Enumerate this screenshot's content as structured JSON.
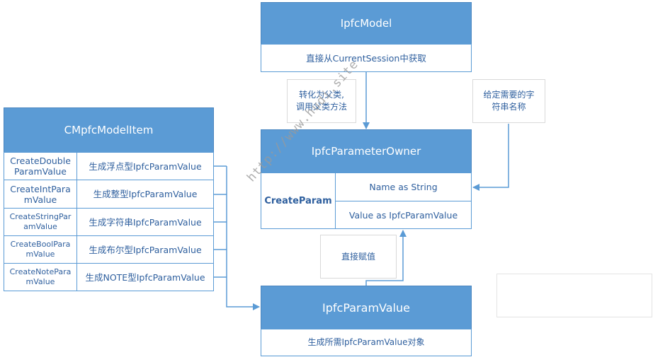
{
  "ipfc_model": {
    "title": "IpfcModel",
    "desc": "直接从CurrentSession中获取"
  },
  "note_convert": {
    "line1": "转化为父类,",
    "line2": "调用父类方法"
  },
  "note_name": {
    "line1": "给定需要的字",
    "line2": "符串名称"
  },
  "param_owner": {
    "title": "IpfcParameterOwner",
    "method": "CreateParam",
    "arg_name": "Name as String",
    "arg_value": "Value as IpfcParamValue"
  },
  "model_item": {
    "title": "CMpfcModelItem",
    "rows": [
      {
        "method_a": "CreateDouble",
        "method_b": "ParamValue",
        "desc": "生成浮点型IpfcParamValue"
      },
      {
        "method_a": "CreateIntPara",
        "method_b": "mValue",
        "desc": "生成整型IpfcParamValue"
      },
      {
        "method_a": "CreateStringPar",
        "method_b": "amValue",
        "desc": "生成字符串IpfcParamValue"
      },
      {
        "method_a": "CreateBoolPara",
        "method_b": "mValue",
        "desc": "生成布尔型IpfcParamValue"
      },
      {
        "method_a": "CreateNotePara",
        "method_b": "mValue",
        "desc": "生成NOTE型IpfcParamValue"
      }
    ]
  },
  "note_assign": "直接赋值",
  "param_value": {
    "title": "IpfcParamValue",
    "desc": "生成所需IpfcParamValue对象"
  },
  "watermark": "http://www.hudi.site",
  "colors": {
    "header_fill": "#5b9bd5",
    "border": "#5b9bd5",
    "text": "#2e5f9e",
    "connector": "#5b9bd5"
  }
}
